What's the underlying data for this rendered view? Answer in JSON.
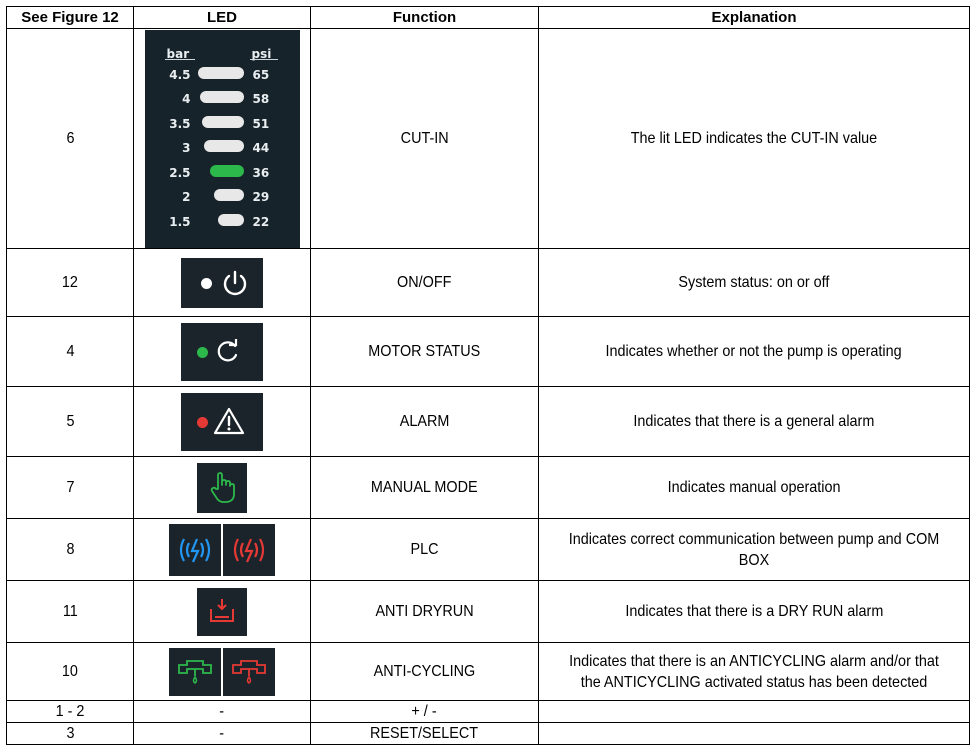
{
  "headers": {
    "figure": "See Figure 12",
    "led": "LED",
    "function": "Function",
    "explanation": "Explanation"
  },
  "colors": {
    "led_green": "#2db84c",
    "led_red": "#e53935",
    "led_blue": "#2196f3",
    "panel": "#17232b"
  },
  "pressure_panel": {
    "unit_left": "bar",
    "unit_right": "psi",
    "rows": [
      {
        "bar": "4.5",
        "psi": "65",
        "lit": false
      },
      {
        "bar": "4",
        "psi": "58",
        "lit": false
      },
      {
        "bar": "3.5",
        "psi": "51",
        "lit": false
      },
      {
        "bar": "3",
        "psi": "44",
        "lit": false
      },
      {
        "bar": "2.5",
        "psi": "36",
        "lit": true
      },
      {
        "bar": "2",
        "psi": "29",
        "lit": false
      },
      {
        "bar": "1.5",
        "psi": "22",
        "lit": false
      }
    ]
  },
  "rows": [
    {
      "figure": "6",
      "led": "pressure-bar-leds",
      "function": "CUT-IN",
      "explanation": "The lit LED indicates the CUT-IN value"
    },
    {
      "figure": "12",
      "led": "power-icon",
      "function": "ON/OFF",
      "explanation": "System status: on or off"
    },
    {
      "figure": "4",
      "led": "motor-refresh-icon",
      "function": "MOTOR STATUS",
      "explanation": "Indicates whether or not the pump is operating"
    },
    {
      "figure": "5",
      "led": "warning-triangle-icon",
      "function": "ALARM",
      "explanation": "Indicates that there is a general alarm"
    },
    {
      "figure": "7",
      "led": "hand-pointer-icon",
      "function": "MANUAL MODE",
      "explanation": "Indicates manual operation"
    },
    {
      "figure": "8",
      "led": "plc-signal-icon",
      "function": "PLC",
      "explanation": "Indicates correct communication between pump and COM BOX"
    },
    {
      "figure": "11",
      "led": "dry-run-tank-icon",
      "function": "ANTI DRYRUN",
      "explanation": "Indicates that there is a DRY RUN alarm"
    },
    {
      "figure": "10",
      "led": "pipe-drip-icon",
      "function": "ANTI-CYCLING",
      "explanation": "Indicates that there is an ANTICYCLING alarm and/or that the ANTICYCLING activated status has been detected"
    },
    {
      "figure": "1 - 2",
      "led": "-",
      "function": "+ / -",
      "explanation": ""
    },
    {
      "figure": "3",
      "led": "-",
      "function": "RESET/SELECT",
      "explanation": ""
    }
  ]
}
